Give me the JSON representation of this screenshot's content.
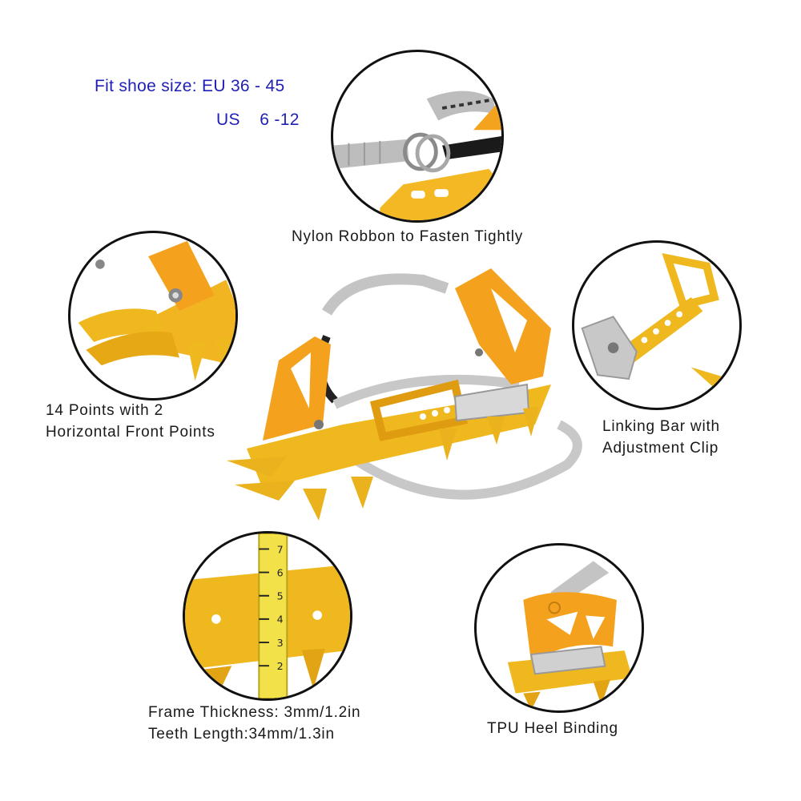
{
  "fit": {
    "eu_line": "Fit shoe size: EU  36 - 45",
    "us_line": "US    6 -12"
  },
  "labels": {
    "nylon_ribbon": "Nylon Robbon to Fasten Tightly",
    "points_line1": "14  Points with 2",
    "points_line2": "Horizontal Front Points",
    "linking_line1": "Linking Bar with",
    "linking_line2": "Adjustment Clip",
    "frame_thickness": "Frame Thickness: 3mm/1.2in",
    "teeth_length": "Teeth Length:34mm/1.3in",
    "tpu_heel": "TPU Heel Binding"
  },
  "ruler": {
    "marks": [
      "2",
      "3",
      "4",
      "5",
      "6",
      "7"
    ]
  },
  "colors": {
    "fit_text": "#1f1fb4",
    "label_text": "#1a1a1a",
    "gold": "#f0b81f",
    "orange": "#f4a21d",
    "strap": "#bcbcbc"
  }
}
